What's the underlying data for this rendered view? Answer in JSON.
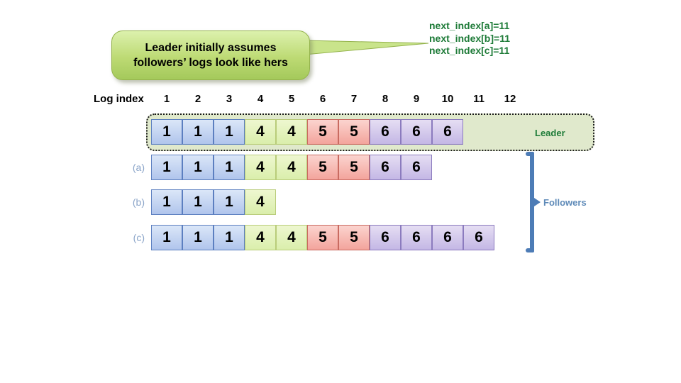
{
  "callout": {
    "text_line1": "Leader initially assumes",
    "text_line2": "followers’ logs look like hers"
  },
  "annotations": {
    "next_index_lines": [
      "next_index[a]=11",
      "next_index[b]=11",
      "next_index[c]=11"
    ],
    "leader_label": "Leader",
    "followers_label": "Followers"
  },
  "log_index": {
    "label": "Log index",
    "indices": [
      "1",
      "2",
      "3",
      "4",
      "5",
      "6",
      "7",
      "8",
      "9",
      "10",
      "11",
      "12"
    ]
  },
  "logs": [
    {
      "id": "leader",
      "row_label": "",
      "entries": [
        1,
        1,
        1,
        4,
        4,
        5,
        5,
        6,
        6,
        6
      ]
    },
    {
      "id": "a",
      "row_label": "(a)",
      "entries": [
        1,
        1,
        1,
        4,
        4,
        5,
        5,
        6,
        6
      ]
    },
    {
      "id": "b",
      "row_label": "(b)",
      "entries": [
        1,
        1,
        1,
        4
      ]
    },
    {
      "id": "c",
      "row_label": "(c)",
      "entries": [
        1,
        1,
        1,
        4,
        4,
        5,
        5,
        6,
        6,
        6,
        6
      ]
    }
  ],
  "term_colors": {
    "1": {
      "border": "#5c7fc0",
      "fill_top": "#dbe7f8",
      "fill_bottom": "#b0c5ec"
    },
    "4": {
      "border": "#b9cc7a",
      "fill_top": "#eef7d0",
      "fill_bottom": "#daeeab"
    },
    "5": {
      "border": "#c96b61",
      "fill_top": "#fbd4cf",
      "fill_bottom": "#f3a49c"
    },
    "6": {
      "border": "#8b7bbe",
      "fill_top": "#e6def3",
      "fill_bottom": "#c4b7e5"
    }
  },
  "accent_colors": {
    "dark_green_text": "#1e7b38",
    "callout_border_green": "#94b34c",
    "callout_fill_green": "#c9e48b",
    "leader_box_fill": "#e0e9cc",
    "bracket_blue": "#4d7cb6",
    "row_label_blue": "#8ba5c9",
    "followers_text_blue": "#5e8ab8"
  }
}
